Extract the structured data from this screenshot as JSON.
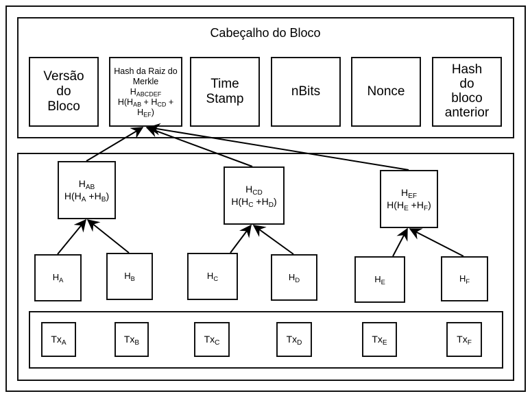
{
  "header": {
    "title": "Cabeçalho do Bloco",
    "fields": [
      {
        "id": "version",
        "lines": [
          "Versão",
          "do",
          "Bloco"
        ]
      },
      {
        "id": "merkle-root",
        "lines": [
          "Hash da Raiz do",
          "Merkle"
        ],
        "hash_name": "H",
        "hash_sub": "ABCDEF",
        "formula": {
          "prefix": "H(H",
          "sub1": "AB",
          "mid1": " + H",
          "sub2": "CD",
          "mid2": " +",
          "line2_prefix": "H",
          "sub3": "EF",
          "suffix": ")"
        }
      },
      {
        "id": "timestamp",
        "lines": [
          "Time",
          "Stamp"
        ]
      },
      {
        "id": "nbits",
        "lines": [
          "nBits"
        ]
      },
      {
        "id": "nonce",
        "lines": [
          "Nonce"
        ]
      },
      {
        "id": "prev-hash",
        "lines": [
          "Hash",
          "do",
          "bloco",
          "anterior"
        ]
      }
    ]
  },
  "merkle_tree": {
    "intermediate": [
      {
        "id": "hab",
        "name": "H",
        "sub": "AB",
        "formula_prefix": "H(H",
        "a": "A",
        "plus": " +H",
        "b": "B",
        "close": ")"
      },
      {
        "id": "hcd",
        "name": "H",
        "sub": "CD",
        "formula_prefix": "H(H",
        "a": "C",
        "plus": " +H",
        "b": "D",
        "close": ")"
      },
      {
        "id": "hef",
        "name": "H",
        "sub": "EF",
        "formula_prefix": "H(H",
        "a": "E",
        "plus": " +H",
        "b": "F",
        "close": ")"
      }
    ],
    "leaves": [
      {
        "id": "ha",
        "name": "H",
        "sub": "A"
      },
      {
        "id": "hb",
        "name": "H",
        "sub": "B"
      },
      {
        "id": "hc",
        "name": "H",
        "sub": "C"
      },
      {
        "id": "hd",
        "name": "H",
        "sub": "D"
      },
      {
        "id": "he",
        "name": "H",
        "sub": "E"
      },
      {
        "id": "hf",
        "name": "H",
        "sub": "F"
      }
    ],
    "transactions": [
      {
        "id": "txa",
        "name": "Tx",
        "sub": "A"
      },
      {
        "id": "txb",
        "name": "Tx",
        "sub": "B"
      },
      {
        "id": "txc",
        "name": "Tx",
        "sub": "C"
      },
      {
        "id": "txd",
        "name": "Tx",
        "sub": "D"
      },
      {
        "id": "txe",
        "name": "Tx",
        "sub": "E"
      },
      {
        "id": "txf",
        "name": "Tx",
        "sub": "F"
      }
    ],
    "edges": [
      {
        "from": "ha",
        "to": "hab"
      },
      {
        "from": "hb",
        "to": "hab"
      },
      {
        "from": "hc",
        "to": "hcd"
      },
      {
        "from": "hd",
        "to": "hcd"
      },
      {
        "from": "he",
        "to": "hef"
      },
      {
        "from": "hf",
        "to": "hef"
      },
      {
        "from": "hab",
        "to": "merkle-root"
      },
      {
        "from": "hcd",
        "to": "merkle-root"
      },
      {
        "from": "hef",
        "to": "merkle-root"
      }
    ]
  }
}
